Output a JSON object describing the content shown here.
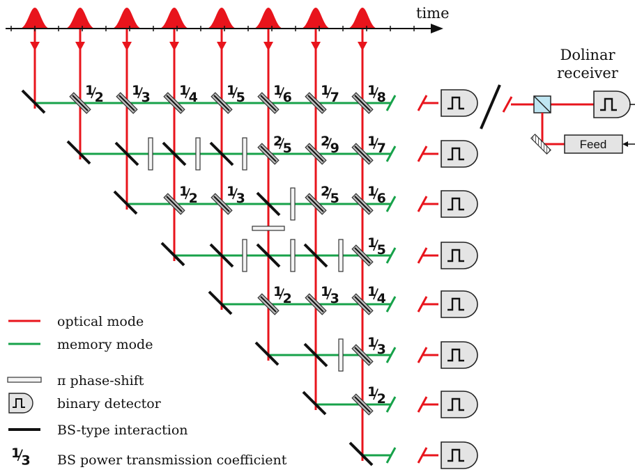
{
  "time_label": "time",
  "dolinar_label": [
    "Dolinar",
    "receiver"
  ],
  "feed_label": "Feed",
  "colors": {
    "optical": "#e8141c",
    "memory": "#17a24a",
    "bs": "#111111",
    "detector_fill": "#e4e4e4",
    "phase_fill": "#f4f4f4",
    "pbs_fill": "#bfe6f2"
  },
  "bs_coefficients": [
    [
      "1/2",
      "1/3",
      "1/4",
      "1/5",
      "1/6",
      "1/7",
      "1/8"
    ],
    [
      "",
      "",
      "",
      "2/5",
      "2/9",
      "1/7"
    ],
    [
      "1/2",
      "1/3",
      "",
      "2/5",
      "1/6"
    ],
    [
      "",
      "",
      "",
      "1/5"
    ],
    [
      "1/2",
      "1/3",
      "1/4"
    ],
    [
      "",
      "1/3"
    ],
    [
      "1/2"
    ]
  ],
  "legend": [
    {
      "icon": "optical-line",
      "label": "optical mode"
    },
    {
      "icon": "memory-line",
      "label": "memory mode"
    },
    {
      "icon": "phase-plate",
      "label": "π phase-shift"
    },
    {
      "icon": "detector",
      "label": "binary detector"
    },
    {
      "icon": "bs-line",
      "label": "BS-type interaction"
    },
    {
      "icon": "fraction",
      "label": "BS power transmission coefficient",
      "fraction": "1/3"
    }
  ]
}
